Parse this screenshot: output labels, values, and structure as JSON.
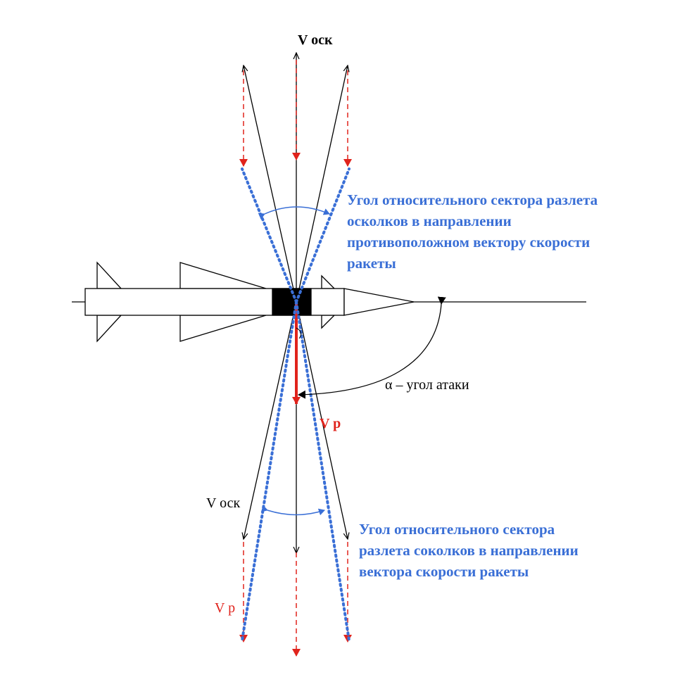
{
  "labels": {
    "v_osk_top": "V оск",
    "v_osk_bottom": "V оск",
    "v_r_main": "V р",
    "v_r_bottom": "V р",
    "alpha": "α – угол атаки"
  },
  "sector_upper": {
    "lines": [
      "Угол относительного сектора разлета",
      "осколков в направлении",
      "противоположном вектору скорости",
      "ракеты"
    ]
  },
  "sector_lower": {
    "lines": [
      "Угол относительного сектора",
      "разлета соколков в направлении",
      "вектора скорости ракеты"
    ]
  },
  "colors": {
    "black": "#000000",
    "red": "#e0231c",
    "blue": "#3a6fd6"
  }
}
